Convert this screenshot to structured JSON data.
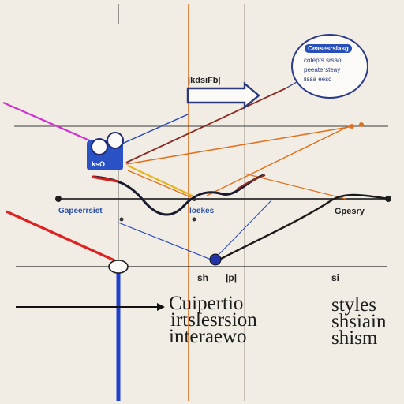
{
  "labels": {
    "box_label": "|kdsiFb|",
    "badge": "ksO",
    "left_axis": "Gapeerrsiet",
    "center_axis": "loekes",
    "right_axis": "Gpesry",
    "bottom_a": "sh",
    "bottom_b": "|p|",
    "bottom_c": "si"
  },
  "callout": {
    "head": "Ceasesrslasg",
    "lines": [
      "cotepts srsao",
      "peeatersteay",
      "lissa eesd"
    ]
  },
  "headings": {
    "left": [
      "Cuipertio",
      "irtslesrsion",
      "interaewo"
    ],
    "right": [
      "styles",
      "shsiain",
      "shism"
    ]
  },
  "colors": {
    "background": "#f1ede4",
    "axis": "#2a2a2a",
    "orange": "#e1701f",
    "blue": "#2244bb",
    "red": "#dd2222",
    "magenta": "#d030d0",
    "brown": "#8b2b22",
    "gold": "#e8b41d",
    "badge": "#2a52c4"
  },
  "icons": [
    "camera-icon",
    "arrow-right-icon",
    "node-circle-icon"
  ]
}
